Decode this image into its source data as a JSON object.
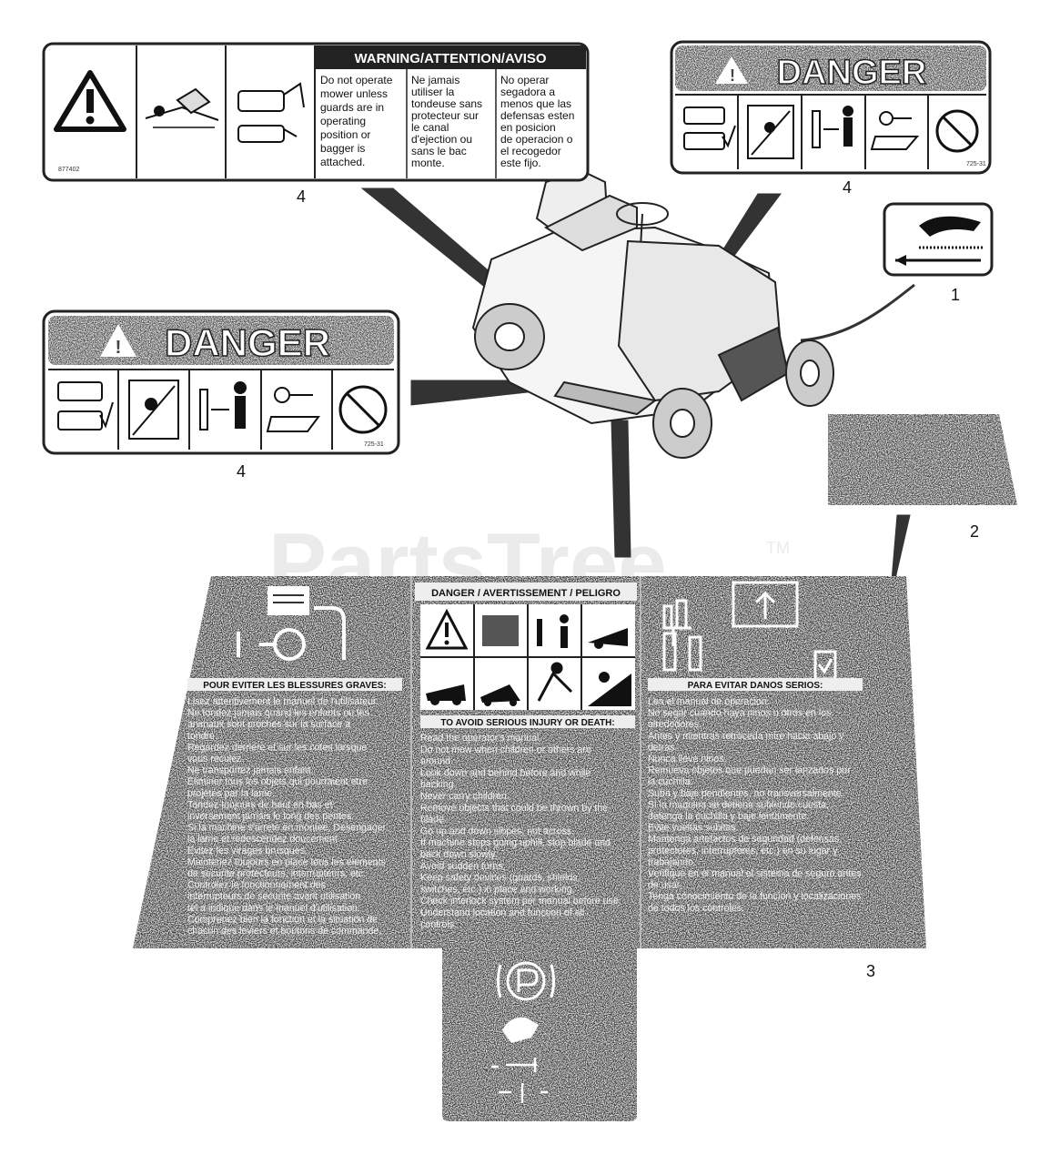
{
  "watermark": {
    "text": "PartsTree",
    "tm": "TM"
  },
  "callouts": [
    "1",
    "2",
    "3",
    "4"
  ],
  "label_warning": {
    "header": "WARNING/ATTENTION/AVISO",
    "part_no": "877402",
    "columns": [
      [
        "Do not operate",
        "mower unless",
        "guards are in",
        "operating",
        "position or",
        "bagger is",
        "attached."
      ],
      [
        "Ne jamais",
        "utiliser la",
        "tondeuse sans",
        "protecteur sur",
        "le canal",
        "d'ejection ou",
        "sans le bac",
        "monte."
      ],
      [
        "No operar",
        "segadora a",
        "menos que las",
        "defensas esten",
        "en posicion",
        "de operacion o",
        "el recogedor",
        "este fijo."
      ]
    ]
  },
  "label_danger_top": {
    "title": "DANGER",
    "part_no": "725-31"
  },
  "label_danger_left": {
    "title": "DANGER",
    "part_no": "725-31"
  },
  "main_label": {
    "center_header": "DANGER / AVERTISSEMENT / PELIGRO",
    "fr_heading": "POUR EVITER LES BLESSURES GRAVES:",
    "en_heading": "TO AVOID SERIOUS INJURY OR DEATH:",
    "es_heading": "PARA EVITAR DANOS SERIOS:",
    "fr_lines": [
      "Lisez attentivement le manuel de l'utilisateur.",
      "Ne tondez jamais quand les enfants ou les",
      "animaux sont proches sur la surface a",
      "tondre.",
      "Regardez derriere et sur les cotes lorsque",
      "vous reculez.",
      "Ne transportez jamais enfant.",
      "Eliminer tous les objets qui pourraient etre",
      "projetes par la lame.",
      "Tondez toujours de haut en bas et",
      "inversement jamais le long des pentes.",
      "Si la machine s'arrete en montee, Desengager",
      "la lame et redescendez doucement.",
      "Evitez les virages brusques.",
      "Maintenez toujours en place tous les elements",
      "de securite protecteurs, interrupteurs, etc.",
      "Controlez le fonctionnement des",
      "interrupteurs de securite avant utilisation",
      "tel a indique dans le manuel d'utilisation.",
      "Comprenez bien la fonction et la situation de",
      "chacun des leviers et boutons de commande."
    ],
    "en_lines": [
      "Read the operator's manual.",
      "Do not mow when children or others are",
      "around.",
      "Look down and behind before and while",
      "backing.",
      "Never carry children.",
      "Remove objects that could be thrown by the",
      "blade.",
      "Go up and down slopes, not across.",
      "If machine stops going uphill, stop blade and",
      "back down slowly.",
      "Avoid sudden turns.",
      "Keep safety devices (guards, shields,",
      "switches, etc.) in place and working.",
      "Check interlock system per manual before use.",
      "Understand location and function of all",
      "controls."
    ],
    "es_lines": [
      "Lea el manual de operacion.",
      "No segar cuando haya ninos u otros en los",
      "alrededores.",
      "Antes y mientras retroceda mire hacia abajo y",
      "detras.",
      "Nunca lleve ninos.",
      "Remueva objetos que puedan ser lanzados por",
      "la cuchilla.",
      "Suba y baje pendientes, no transversalmente.",
      "Si la maquina se detiene subiendo cuesta,",
      "detenga la cuchilla y baje lentamente.",
      "Evite vueltas subitas.",
      "Mantenga artefactos de seguridad (defensas,",
      "protectores, interruptores, etc.) en su lugar y",
      "trabajando.",
      "Verifique en el manual el sistema de seguro antes",
      "de usar.",
      "Tenga conocimiento de la funcion y localizaciones",
      "de todos los controles."
    ]
  }
}
